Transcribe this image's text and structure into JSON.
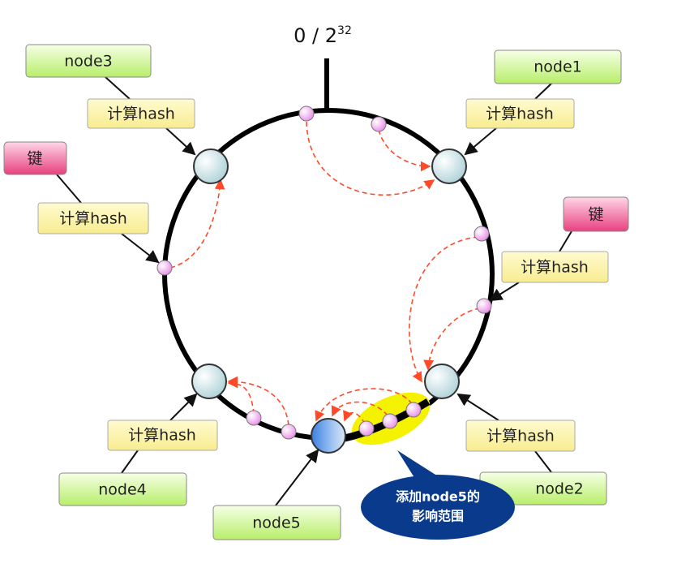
{
  "ring_origin": {
    "base": "0 / 2",
    "exponent": "32"
  },
  "nodes": {
    "node1": "node1",
    "node2": "node2",
    "node3": "node3",
    "node4": "node4",
    "node5": "node5"
  },
  "hash_label": "计算hash",
  "key_label": "键",
  "callout": {
    "line1": "添加node5的",
    "line2": "影响范围"
  },
  "colors": {
    "ring": "#000000",
    "node_green": "#d8f7a0",
    "hash_yellow": "#fdf5a8",
    "key_pink": "#f0609a",
    "callout_blue": "#0a3a8c",
    "highlight_yellow": "#f5f200",
    "arrow_dash": "#ff4a2a"
  }
}
